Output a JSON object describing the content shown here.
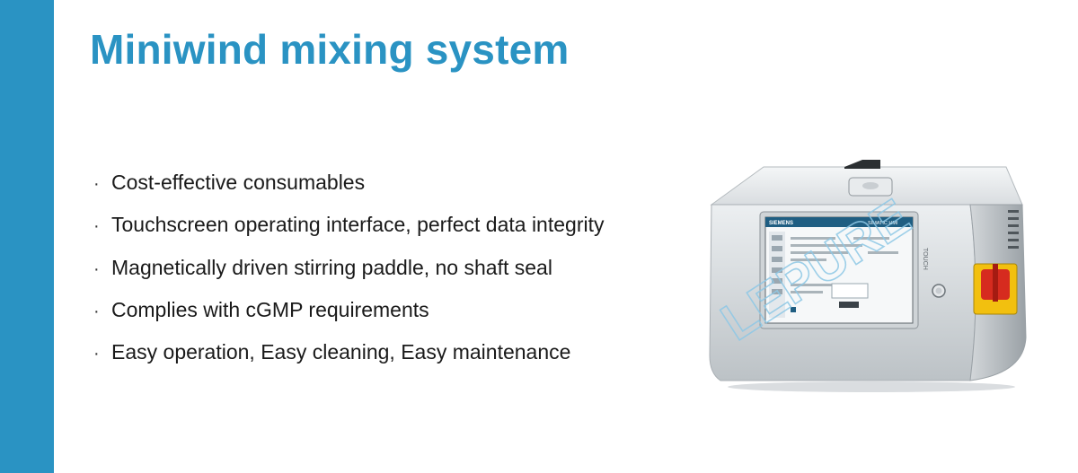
{
  "slide": {
    "title": "Miniwind mixing system",
    "bullet_marker": "·",
    "bullets": [
      "Cost-effective consumables",
      "Touchscreen operating interface, perfect data integrity",
      "Magnetically driven stirring paddle, no shaft seal",
      "Complies with cGMP requirements",
      "Easy operation, Easy cleaning, Easy maintenance"
    ]
  },
  "device_image": {
    "watermark": "LEPURE",
    "screen_brand": "SIEMENS",
    "screen_model": "SIMATIC HMI",
    "panel_label": "TOUCH"
  },
  "colors": {
    "accent": "#2a93c3",
    "text": "#1a1a1a",
    "background": "#ffffff",
    "watermark": "#8ec8e6"
  }
}
